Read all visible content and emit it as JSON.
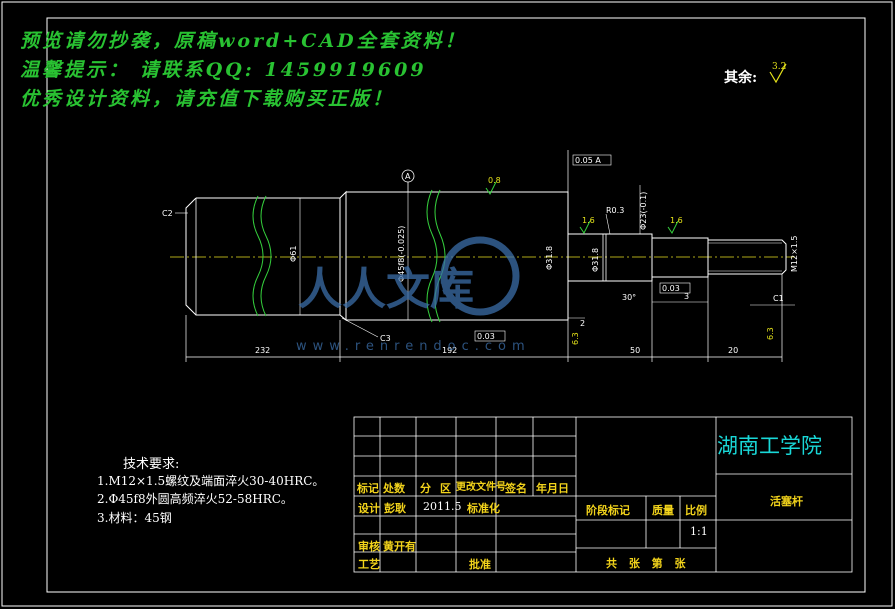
{
  "watermark": {
    "line1": "预览请勿抄袭，原稿word+CAD全套资料！",
    "line2": "温馨提示： 请联系QQ: 1459919609",
    "line3": "优秀设计资料，请充值下载购买正版！"
  },
  "roughness": {
    "label": "其余:",
    "value": "3.2"
  },
  "dimensions": {
    "len_left": "232",
    "len_mid": "192",
    "len_r1": "50",
    "len_r2": "20",
    "len_3": "3",
    "len_2": "2",
    "chamfer_c2": "C2",
    "chamfer_c3": "C3",
    "chamfer_c1": "C1",
    "dia_left": "Φ61",
    "dia_mid": "Φ45f8(-0.025)",
    "dia_small": "Φ31.8",
    "dia_neck": "Φ31.8",
    "dia_right": "Φ23(-0.1)",
    "thread": "M12×1.5",
    "fillet": "R0.3",
    "angle": "30°",
    "datum": "A",
    "tol_top": "0.05 A",
    "tol_round": "0.03",
    "tol_perp": "0.03",
    "rough_1": "0.8",
    "rough_2": "1.6",
    "rough_3": "1.6",
    "rough_4": "6.3",
    "rough_5": "6.3",
    "rough_6": "3.2"
  },
  "tech_notes": {
    "title": "技术要求:",
    "items": [
      "1.M12×1.5螺纹及端面淬火30-40HRC。",
      "2.Φ45f8外圆高频淬火52-58HRC。",
      "3.材料：45钢"
    ]
  },
  "title_block": {
    "school": "湖南工学院",
    "part_name": "活塞杆",
    "headers": [
      "标记",
      "处数",
      "分",
      "区",
      "更改文件号",
      "签名",
      "年月日"
    ],
    "design_label": "设计",
    "designer": "彭耿",
    "design_date": "2011.5",
    "standard_label": "标准化",
    "review_label": "审核",
    "reviewer": "黄开有",
    "process_label": "工艺",
    "approve_label": "批准",
    "stage_label": "阶段标记",
    "weight_label": "质量",
    "scale_label": "比例",
    "scale_value": "1:1",
    "sheets_label": "共  张  第  张"
  },
  "colors": {
    "frame": "#ffffff",
    "watermark": "#29c232",
    "roughness_symbol": "#e5e21a",
    "green_mark": "#35d13d",
    "logo": "#3b6ea8",
    "school": "#19d8d8"
  }
}
